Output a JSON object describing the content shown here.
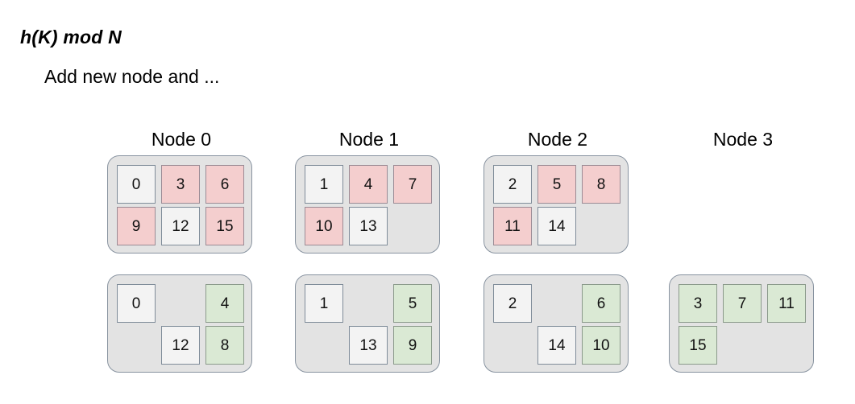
{
  "slide": {
    "title": "h(K) mod N",
    "subtitle": "Add new node and ..."
  },
  "colors": {
    "panel_background": "#e3e3e3",
    "panel_border": "#8893a0",
    "cell_white": "#f3f3f3",
    "cell_pink": "#f4cece",
    "cell_green": "#dae9d4",
    "text": "#000000"
  },
  "diagram": {
    "type": "hash-partition-before-after",
    "labels": [
      "Node 0",
      "Node 1",
      "Node 2",
      "Node 3"
    ],
    "before": {
      "nodes": [
        {
          "label": "Node 0",
          "cells": [
            {
              "value": "0",
              "state": "white"
            },
            {
              "value": "3",
              "state": "pink"
            },
            {
              "value": "6",
              "state": "pink"
            },
            {
              "value": "9",
              "state": "pink"
            },
            {
              "value": "12",
              "state": "white"
            },
            {
              "value": "15",
              "state": "pink"
            }
          ]
        },
        {
          "label": "Node 1",
          "cells": [
            {
              "value": "1",
              "state": "white"
            },
            {
              "value": "4",
              "state": "pink"
            },
            {
              "value": "7",
              "state": "pink"
            },
            {
              "value": "10",
              "state": "pink"
            },
            {
              "value": "13",
              "state": "white"
            },
            {
              "value": "",
              "state": "empty"
            }
          ]
        },
        {
          "label": "Node 2",
          "cells": [
            {
              "value": "2",
              "state": "white"
            },
            {
              "value": "5",
              "state": "pink"
            },
            {
              "value": "8",
              "state": "pink"
            },
            {
              "value": "11",
              "state": "pink"
            },
            {
              "value": "14",
              "state": "white"
            },
            {
              "value": "",
              "state": "empty"
            }
          ]
        },
        {
          "label": "Node 3",
          "hidden": true,
          "cells": []
        }
      ]
    },
    "after": {
      "nodes": [
        {
          "label": "Node 0",
          "cells": [
            {
              "value": "0",
              "state": "white"
            },
            {
              "value": "",
              "state": "empty"
            },
            {
              "value": "4",
              "state": "green"
            },
            {
              "value": "",
              "state": "empty"
            },
            {
              "value": "12",
              "state": "white"
            },
            {
              "value": "8",
              "state": "green"
            }
          ]
        },
        {
          "label": "Node 1",
          "cells": [
            {
              "value": "1",
              "state": "white"
            },
            {
              "value": "",
              "state": "empty"
            },
            {
              "value": "5",
              "state": "green"
            },
            {
              "value": "",
              "state": "empty"
            },
            {
              "value": "13",
              "state": "white"
            },
            {
              "value": "9",
              "state": "green"
            }
          ]
        },
        {
          "label": "Node 2",
          "cells": [
            {
              "value": "2",
              "state": "white"
            },
            {
              "value": "",
              "state": "empty"
            },
            {
              "value": "6",
              "state": "green"
            },
            {
              "value": "",
              "state": "empty"
            },
            {
              "value": "14",
              "state": "white"
            },
            {
              "value": "10",
              "state": "green"
            }
          ]
        },
        {
          "label": "Node 3",
          "cells": [
            {
              "value": "3",
              "state": "green"
            },
            {
              "value": "7",
              "state": "green"
            },
            {
              "value": "11",
              "state": "green"
            },
            {
              "value": "15",
              "state": "green"
            },
            {
              "value": "",
              "state": "empty"
            },
            {
              "value": "",
              "state": "empty"
            }
          ]
        }
      ]
    }
  }
}
